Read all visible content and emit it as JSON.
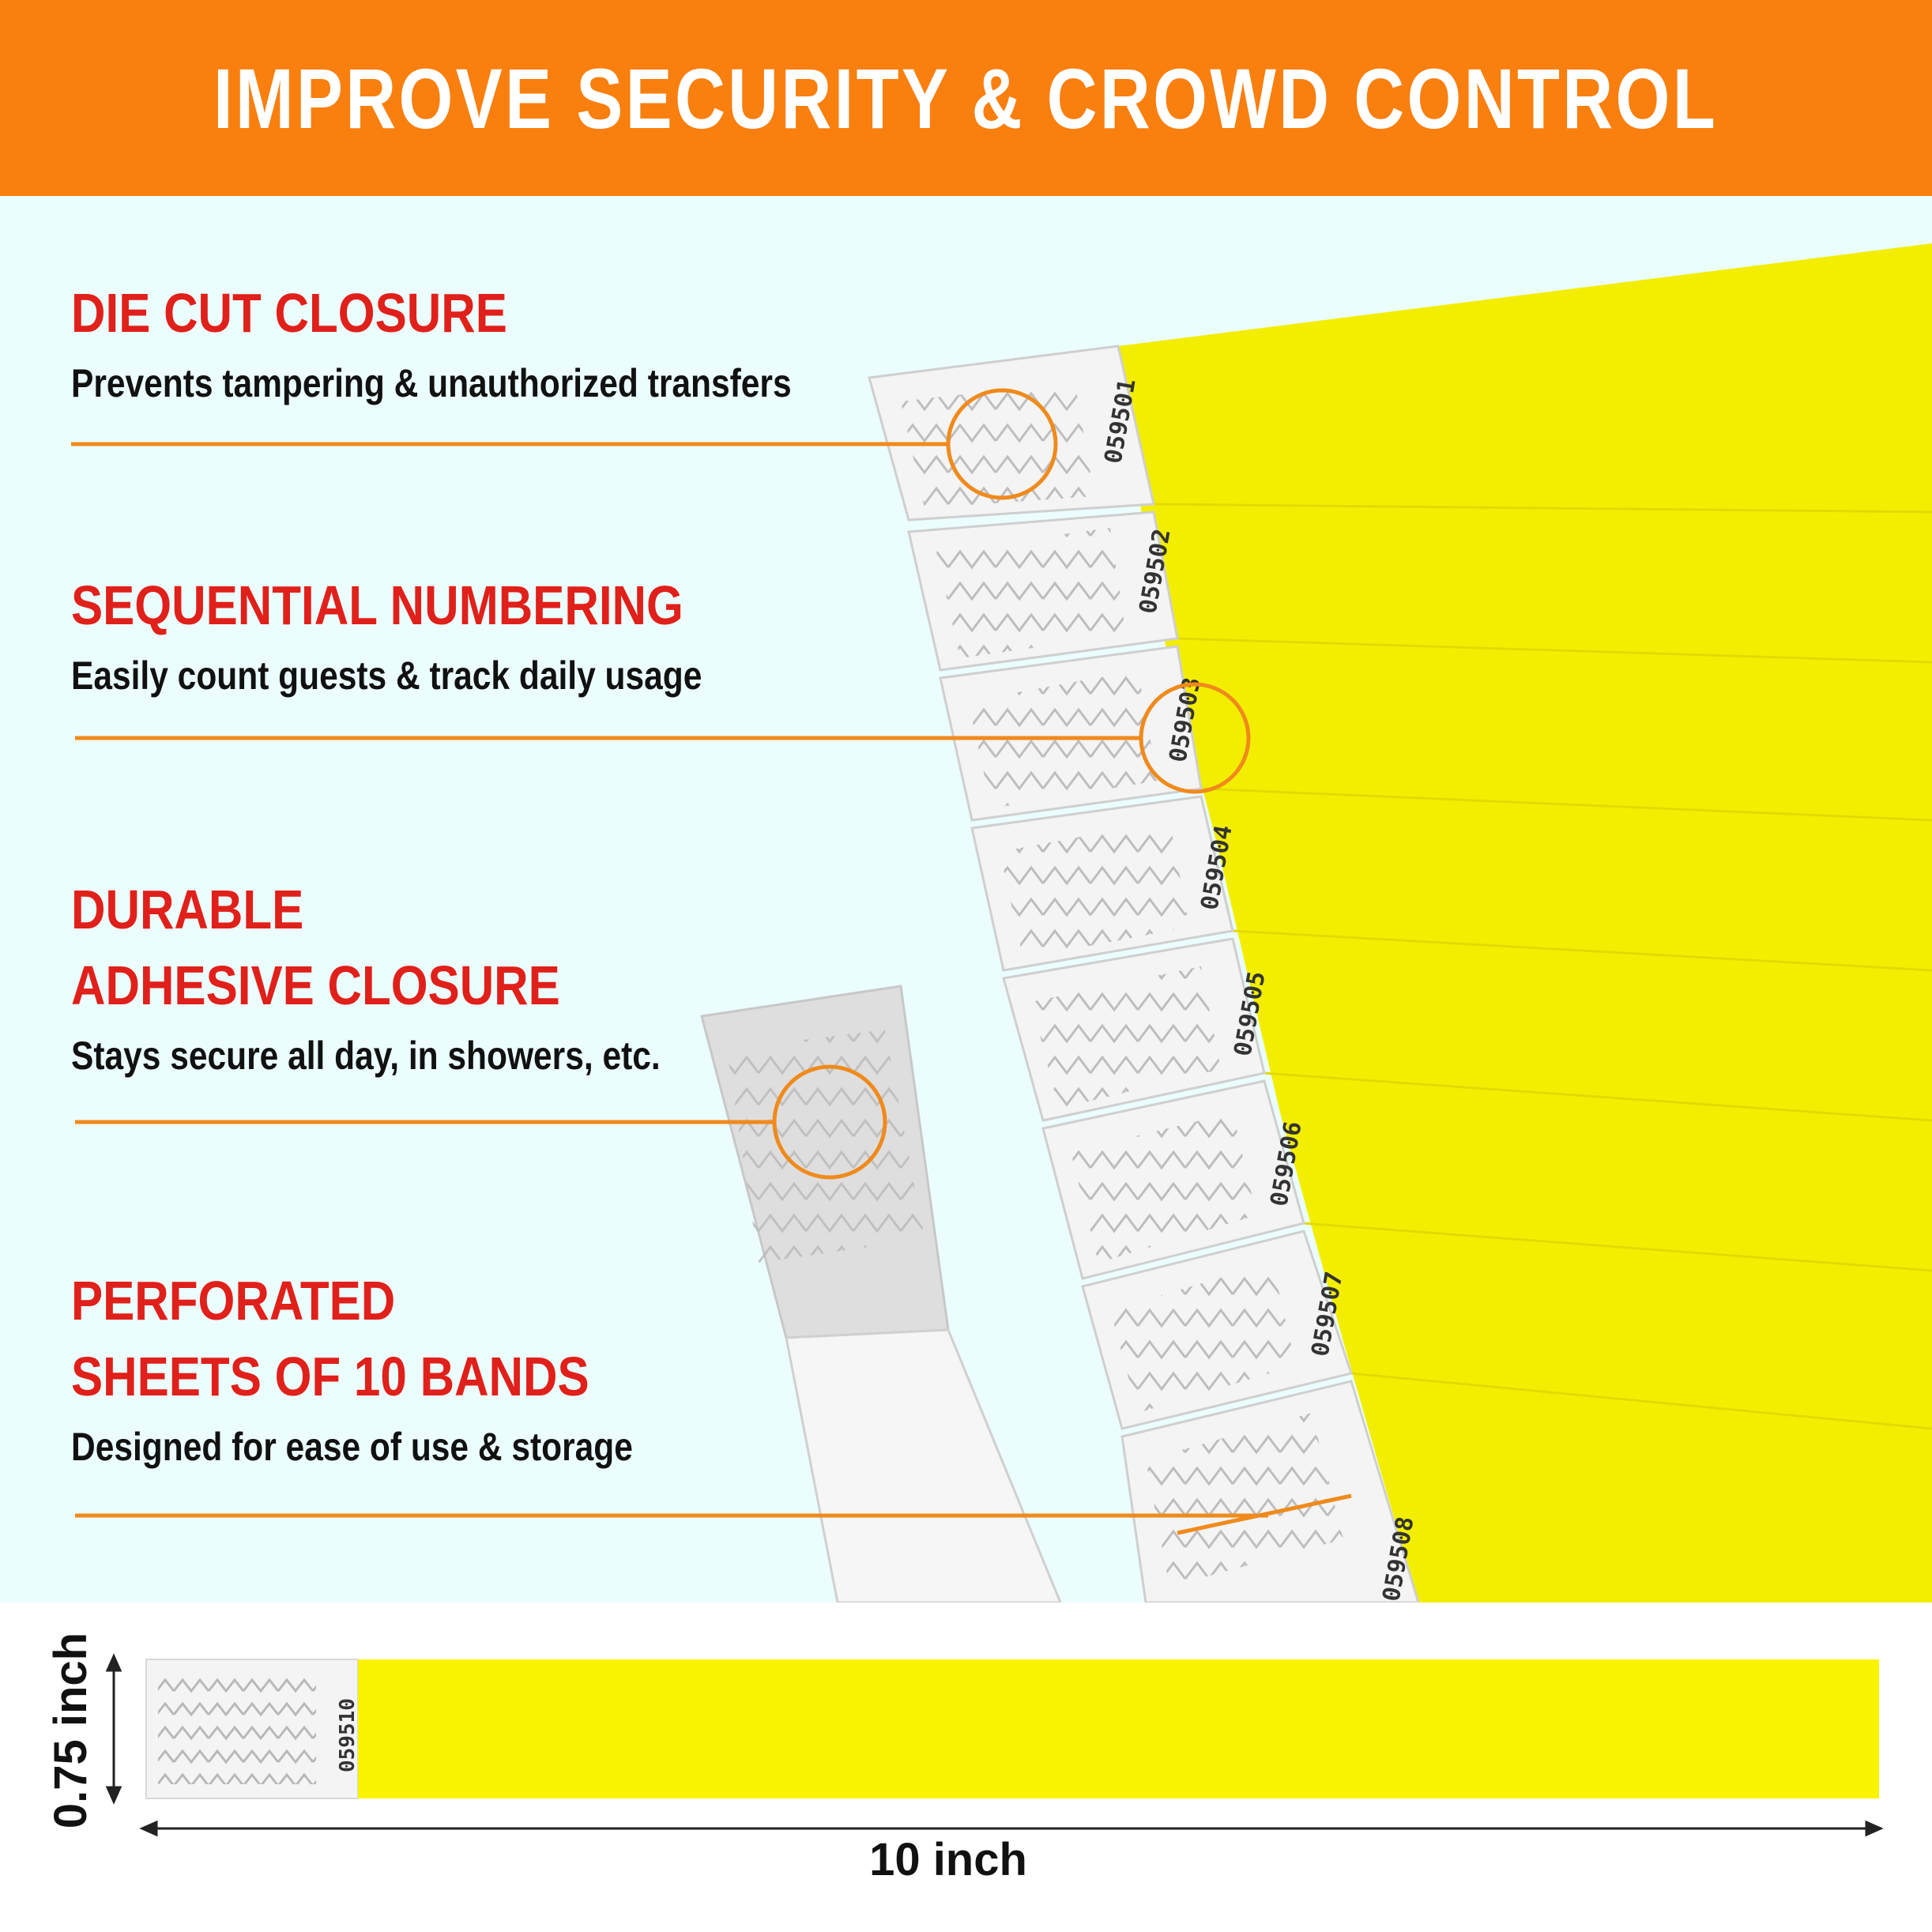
{
  "header": {
    "title": "IMPROVE  SECURITY  &  CROWD  CONTROL"
  },
  "colors": {
    "banner": "#f97f0f",
    "accent_line": "#f08a1c",
    "title_red": "#e0201a",
    "band_yellow": "#f5ef00",
    "panel_bg": "#ebfdfd"
  },
  "features": [
    {
      "title_lines": [
        "DIE CUT CLOSURE"
      ],
      "description": "Prevents tampering & unauthorized transfers"
    },
    {
      "title_lines": [
        "SEQUENTIAL NUMBERING"
      ],
      "description": "Easily count guests & track daily usage"
    },
    {
      "title_lines": [
        "DURABLE",
        "ADHESIVE CLOSURE"
      ],
      "description": "Stays secure all day, in showers, etc."
    },
    {
      "title_lines": [
        "PERFORATED",
        "SHEETS OF 10 BANDS"
      ],
      "description": "Designed for ease of use & storage"
    }
  ],
  "sheet_numbers": [
    "059501",
    "059502",
    "059503",
    "059504",
    "059505",
    "059506",
    "059507",
    "059508"
  ],
  "single_band": {
    "number": "059510"
  },
  "dimensions": {
    "height_label": "0.75 inch",
    "width_label": "10 inch"
  }
}
